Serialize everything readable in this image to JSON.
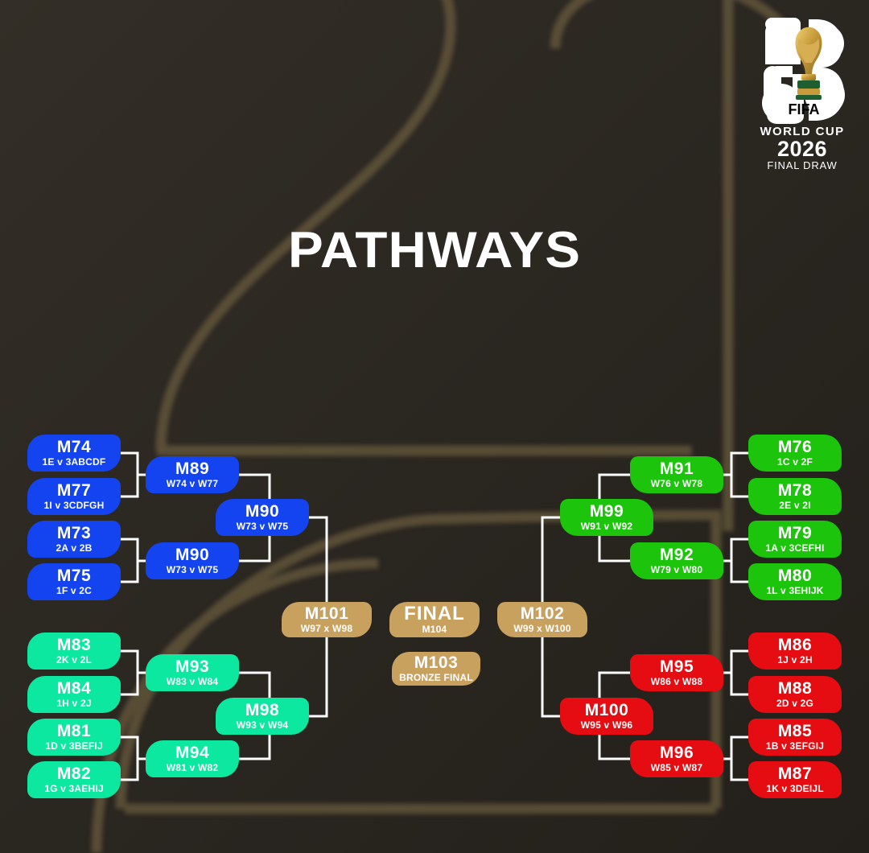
{
  "header": {
    "title": "PATHWAYS",
    "logo": {
      "mark_number": "26",
      "federation": "FIFA",
      "line1": "WORLD CUP",
      "line2": "2026",
      "line3": "FINAL DRAW",
      "trophy_icon": "world-cup-trophy-icon"
    }
  },
  "colors": {
    "background": "#2b2721",
    "blue": "#1344f0",
    "teal": "#0de8a0",
    "green": "#1cc40c",
    "red": "#e60d12",
    "gold": "#c8a15e",
    "connector": "#ffffff",
    "text": "#ffffff",
    "bg_art": "#6b5c3c"
  },
  "bracket": {
    "round_of_32_left_blue": [
      {
        "match": "M74",
        "detail": "1E v 3ABCDF"
      },
      {
        "match": "M77",
        "detail": "1I v 3CDFGH"
      },
      {
        "match": "M73",
        "detail": "2A v 2B"
      },
      {
        "match": "M75",
        "detail": "1F v 2C"
      }
    ],
    "round_of_16_left_blue": [
      {
        "match": "M89",
        "detail": "W74 v W77"
      },
      {
        "match": "M90",
        "detail": "W73 v W75"
      }
    ],
    "quarter_left_blue": [
      {
        "match": "M90",
        "detail": "W73 v W75"
      }
    ],
    "round_of_32_left_teal": [
      {
        "match": "M83",
        "detail": "2K v 2L"
      },
      {
        "match": "M84",
        "detail": "1H v 2J"
      },
      {
        "match": "M81",
        "detail": "1D v 3BEFIJ"
      },
      {
        "match": "M82",
        "detail": "1G v 3AEHIJ"
      }
    ],
    "round_of_16_left_teal": [
      {
        "match": "M93",
        "detail": "W83 v W84"
      },
      {
        "match": "M94",
        "detail": "W81 v W82"
      }
    ],
    "quarter_left_teal": [
      {
        "match": "M98",
        "detail": "W93 v W94"
      }
    ],
    "round_of_32_right_green": [
      {
        "match": "M76",
        "detail": "1C v 2F"
      },
      {
        "match": "M78",
        "detail": "2E v 2I"
      },
      {
        "match": "M79",
        "detail": "1A v 3CEFHI"
      },
      {
        "match": "M80",
        "detail": "1L v 3EHIJK"
      }
    ],
    "round_of_16_right_green": [
      {
        "match": "M91",
        "detail": "W76 v W78"
      },
      {
        "match": "M92",
        "detail": "W79 v W80"
      }
    ],
    "quarter_right_green": [
      {
        "match": "M99",
        "detail": "W91 v W92"
      }
    ],
    "round_of_32_right_red": [
      {
        "match": "M86",
        "detail": "1J v 2H"
      },
      {
        "match": "M88",
        "detail": "2D v 2G"
      },
      {
        "match": "M85",
        "detail": "1B v 3EFGIJ"
      },
      {
        "match": "M87",
        "detail": "1K v 3DEIJL"
      }
    ],
    "round_of_16_right_red": [
      {
        "match": "M95",
        "detail": "W86 v W88"
      },
      {
        "match": "M96",
        "detail": "W85 v W87"
      }
    ],
    "quarter_right_red": [
      {
        "match": "M100",
        "detail": "W95 v W96"
      }
    ],
    "semifinals": [
      {
        "match": "M101",
        "detail": "W97 x W98"
      },
      {
        "match": "M102",
        "detail": "W99 x W100"
      }
    ],
    "final": {
      "match": "FINAL",
      "detail": "M104"
    },
    "bronze": {
      "match": "M103",
      "detail": "BRONZE FINAL"
    }
  }
}
